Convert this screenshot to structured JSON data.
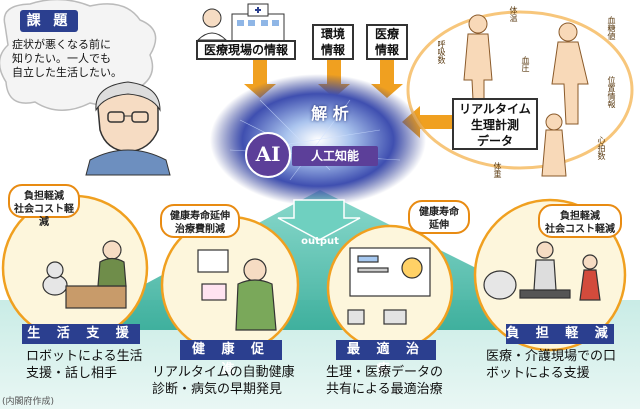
{
  "issue": {
    "title": "課 題",
    "text_lines": [
      "症状が悪くなる前に",
      "知りたい。一人でも",
      "自立した生活したい。"
    ]
  },
  "sources": {
    "medical_field": "医療現場の情報",
    "environment": [
      "環境",
      "情報"
    ],
    "medical": [
      "医療",
      "情報"
    ],
    "realtime": [
      "リアルタイム",
      "生理計測",
      "データ"
    ]
  },
  "body_labels": [
    "体温",
    "血糖値",
    "呼吸数",
    "血圧",
    "位置情報",
    "心拍数",
    "体重"
  ],
  "analysis": {
    "label": "解 析",
    "ai": "AI",
    "ai_name": "人工知能",
    "output": "output"
  },
  "outcomes": [
    {
      "bubble": [
        "負担軽減",
        "社会コスト軽減"
      ],
      "title": "生 活 支 援",
      "lines": [
        "ロボットによる生活",
        "支援・話し相手"
      ]
    },
    {
      "bubble": [
        "健康寿命延伸",
        "治療費削減"
      ],
      "title": "健 康 促 進",
      "lines": [
        "リアルタイムの自動健康",
        "診断・病気の早期発見"
      ]
    },
    {
      "bubble": [
        "健康寿命",
        "延伸"
      ],
      "title": "最 適 治 療",
      "lines": [
        "生理・医療データの",
        "共有による最適治療"
      ]
    },
    {
      "bubble": [
        "負担軽減",
        "社会コスト軽減"
      ],
      "title": "負 担 軽 減",
      "lines": [
        "医療・介護現場での口",
        "ボットによる支援"
      ]
    }
  ],
  "credit": "(内閣府作成)",
  "colors": {
    "accent_orange": "#f0a020",
    "title_blue": "#2b3f8f",
    "teal": "#3fb9a8",
    "ai_purple": "#5c3f99",
    "cloud_blue": "#4a58b8"
  }
}
